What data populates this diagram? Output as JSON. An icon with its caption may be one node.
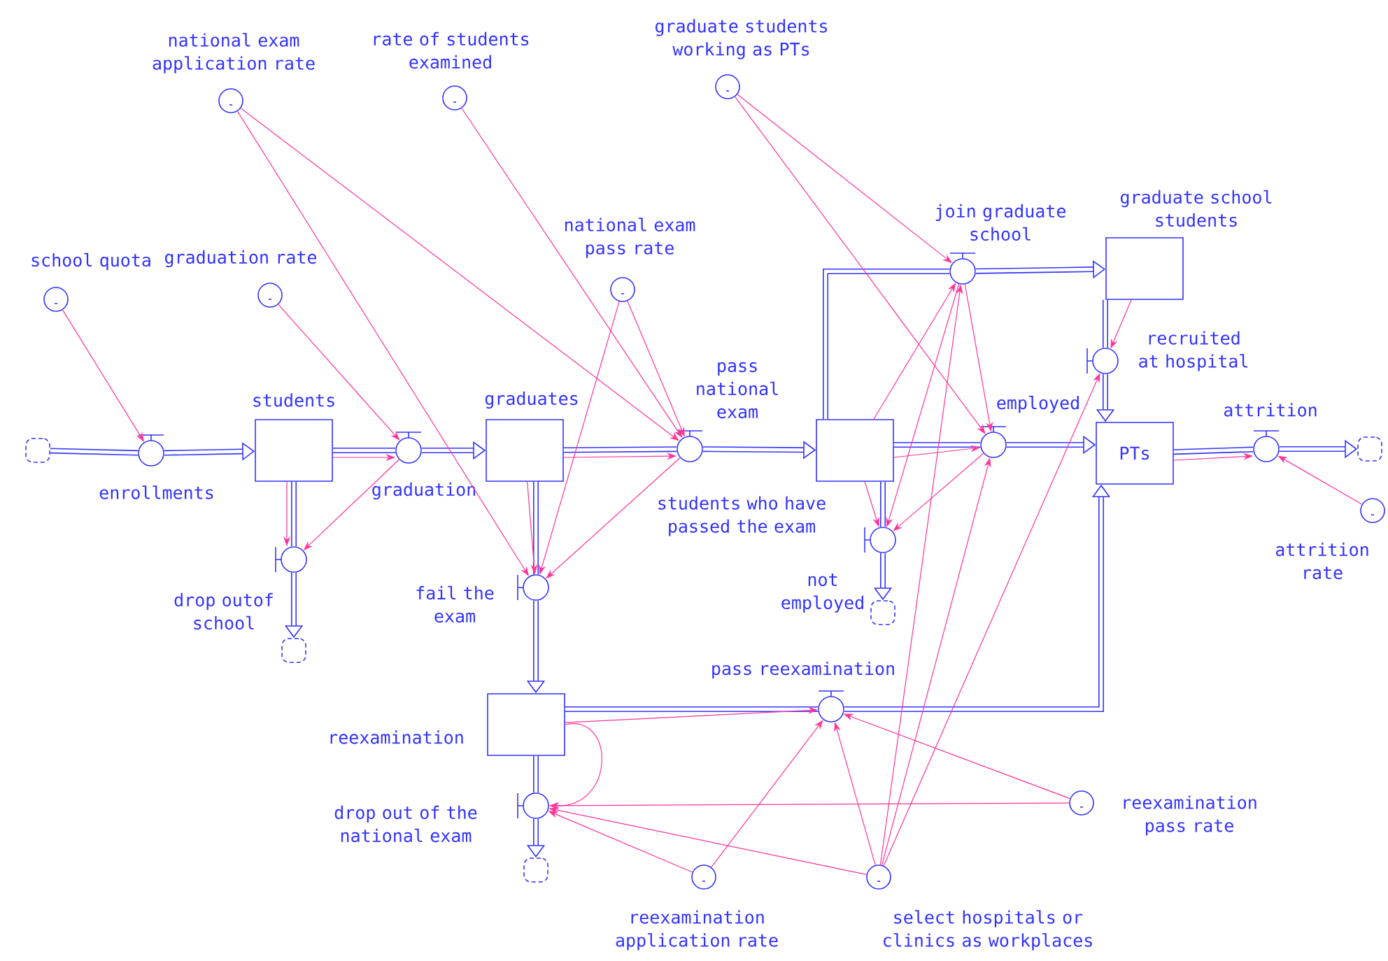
{
  "diagram": {
    "nodes": [
      {
        "text": [
          "national exam application rate"
        ]
      },
      {
        "text": [
          "rate of students examined"
        ]
      },
      {
        "text": [
          "graduate  students working as PTs"
        ]
      },
      {
        "text": [
          "national exam pass rate"
        ]
      },
      {
        "text": [
          "join graduate school"
        ]
      },
      {
        "text": [
          "graduate school students"
        ]
      },
      {
        "text": [
          "school quota"
        ]
      },
      {
        "text": [
          "graduation rate"
        ]
      },
      {
        "text": [
          "recruited at hospital"
        ]
      },
      {
        "text": [],
        "shape": "cloud"
      },
      {
        "text": [
          "enrollments"
        ]
      },
      {
        "text": [
          "students"
        ]
      },
      {
        "text": [
          "graduation"
        ]
      },
      {
        "text": [
          "graduates"
        ]
      },
      {
        "text": [
          "pass national exam"
        ]
      },
      {
        "text": [
          "students who have passed the exam"
        ]
      },
      {
        "text": [
          "employed"
        ]
      },
      {
        "text": [
          "PTs"
        ]
      },
      {
        "text": [
          "attrition"
        ]
      },
      {
        "text": [],
        "shape": "cloud"
      },
      {
        "text": [
          "attrition rate"
        ]
      },
      {
        "text": [
          "drop outof school"
        ]
      },
      {
        "text": [
          "fail the exam"
        ]
      },
      {
        "text": [
          "not employed"
        ]
      },
      {
        "text": [],
        "shape": "cloud"
      },
      {
        "text": [],
        "shape": "cloud"
      },
      {
        "text": [
          "pass reexamination"
        ]
      },
      {
        "text": [
          "reexamination"
        ]
      },
      {
        "text": [
          "drop out of the national exam"
        ]
      },
      {
        "text": [
          "reexamination pass rate"
        ]
      },
      {
        "text": [],
        "shape": "cloud"
      },
      {
        "text": [
          "reexamination application rate"
        ]
      },
      {
        "text": [
          "select hospitals or clinics as workplaces"
        ]
      }
    ],
    "edges": [
      {
        "from": 9,
        "to": 10,
        "arrow": "none",
        "style": "thick",
        "color": "#3333ff"
      },
      {
        "from": 10,
        "to": 11,
        "arrow": "to",
        "style": "thick",
        "color": "#3333ff"
      },
      {
        "from": 11,
        "to": 12,
        "arrow": "none",
        "style": "thick",
        "color": "#3333ff"
      },
      {
        "from": 12,
        "to": 13,
        "arrow": "to",
        "style": "thick",
        "color": "#3333ff"
      },
      {
        "from": 13,
        "to": 14,
        "arrow": "none",
        "style": "thick",
        "color": "#3333ff"
      },
      {
        "from": 14,
        "to": 15,
        "arrow": "to",
        "style": "thick",
        "color": "#3333ff"
      },
      {
        "from": 15,
        "to": 16,
        "arrow": "none",
        "style": "thick",
        "color": "#3333ff"
      },
      {
        "from": 16,
        "to": 17,
        "arrow": "to",
        "style": "thick",
        "color": "#3333ff"
      },
      {
        "from": 15,
        "to": 4,
        "arrow": "none",
        "style": "thick",
        "color": "#3333ff"
      },
      {
        "from": 4,
        "to": 5,
        "arrow": "to",
        "style": "thick",
        "color": "#3333ff"
      },
      {
        "from": 5,
        "to": 8,
        "arrow": "none",
        "style": "thick",
        "color": "#3333ff"
      },
      {
        "from": 8,
        "to": 17,
        "arrow": "to",
        "style": "thick",
        "color": "#3333ff"
      },
      {
        "from": 17,
        "to": 18,
        "arrow": "none",
        "style": "thick",
        "color": "#3333ff"
      },
      {
        "from": 18,
        "to": 19,
        "arrow": "to",
        "style": "thick",
        "color": "#3333ff"
      },
      {
        "from": 11,
        "to": 21,
        "arrow": "none",
        "style": "thick",
        "color": "#3333ff"
      },
      {
        "from": 21,
        "to": 24,
        "arrow": "to",
        "style": "thick",
        "color": "#3333ff"
      },
      {
        "from": 13,
        "to": 22,
        "arrow": "none",
        "style": "thick",
        "color": "#3333ff"
      },
      {
        "from": 22,
        "to": 27,
        "arrow": "to",
        "style": "thick",
        "color": "#3333ff"
      },
      {
        "from": 15,
        "to": 23,
        "arrow": "none",
        "style": "thick",
        "color": "#3333ff"
      },
      {
        "from": 23,
        "to": 25,
        "arrow": "to",
        "style": "thick",
        "color": "#3333ff"
      },
      {
        "from": 27,
        "to": 26,
        "arrow": "none",
        "style": "thick",
        "color": "#3333ff"
      },
      {
        "from": 26,
        "to": 17,
        "arrow": "to",
        "style": "thick",
        "color": "#3333ff"
      },
      {
        "from": 27,
        "to": 28,
        "arrow": "none",
        "style": "thick",
        "color": "#3333ff"
      },
      {
        "from": 28,
        "to": 30,
        "arrow": "to",
        "style": "thick",
        "color": "#3333ff"
      },
      {
        "from": 6,
        "to": 10,
        "arrow": "to"
      },
      {
        "from": 7,
        "to": 12,
        "arrow": "to"
      },
      {
        "from": 11,
        "to": 12,
        "arrow": "to"
      },
      {
        "from": 11,
        "to": 21,
        "arrow": "to"
      },
      {
        "from": 12,
        "to": 21,
        "arrow": "to"
      },
      {
        "from": 0,
        "to": 14,
        "arrow": "to"
      },
      {
        "from": 0,
        "to": 22,
        "arrow": "to"
      },
      {
        "from": 1,
        "to": 14,
        "arrow": "to"
      },
      {
        "from": 3,
        "to": 14,
        "arrow": "to"
      },
      {
        "from": 3,
        "to": 22,
        "arrow": "to"
      },
      {
        "from": 13,
        "to": 14,
        "arrow": "to"
      },
      {
        "from": 13,
        "to": 22,
        "arrow": "to"
      },
      {
        "from": 14,
        "to": 22,
        "arrow": "to"
      },
      {
        "from": 2,
        "to": 4,
        "arrow": "to"
      },
      {
        "from": 2,
        "to": 16,
        "arrow": "to"
      },
      {
        "from": 15,
        "to": 4,
        "arrow": "to"
      },
      {
        "from": 15,
        "to": 16,
        "arrow": "to"
      },
      {
        "from": 15,
        "to": 23,
        "arrow": "to"
      },
      {
        "from": 4,
        "to": 16,
        "arrow": "to"
      },
      {
        "from": 4,
        "to": 23,
        "arrow": "to"
      },
      {
        "from": 16,
        "to": 23,
        "arrow": "to"
      },
      {
        "from": 32,
        "to": 4,
        "arrow": "to"
      },
      {
        "from": 32,
        "to": 16,
        "arrow": "to"
      },
      {
        "from": 32,
        "to": 8,
        "arrow": "to"
      },
      {
        "from": 5,
        "to": 8,
        "arrow": "to"
      },
      {
        "from": 17,
        "to": 18,
        "arrow": "to"
      },
      {
        "from": 20,
        "to": 18,
        "arrow": "to"
      },
      {
        "from": 27,
        "to": 26,
        "arrow": "to"
      },
      {
        "from": 27,
        "to": 28,
        "arrow": "to"
      },
      {
        "from": 31,
        "to": 26,
        "arrow": "to"
      },
      {
        "from": 31,
        "to": 28,
        "arrow": "to"
      },
      {
        "from": 29,
        "to": 26,
        "arrow": "to"
      },
      {
        "from": 29,
        "to": 28,
        "arrow": "to"
      },
      {
        "from": 32,
        "to": 26,
        "arrow": "to"
      },
      {
        "from": 32,
        "to": 28,
        "arrow": "to"
      }
    ]
  }
}
